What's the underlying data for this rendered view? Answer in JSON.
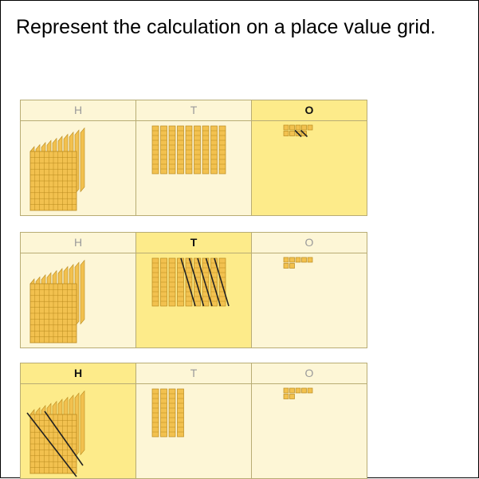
{
  "question": "Represent the calculation on a place value grid.",
  "grids": [
    {
      "headers": [
        "H",
        "T",
        "O"
      ],
      "highlight": "O",
      "hundreds": 10,
      "hundreds_crossed": 0,
      "tens": 9,
      "tens_crossed": 0,
      "ones": 9,
      "ones_crossed": 2
    },
    {
      "headers": [
        "H",
        "T",
        "O"
      ],
      "highlight": "T",
      "hundreds": 10,
      "hundreds_crossed": 0,
      "tens": 9,
      "tens_crossed": 5,
      "ones": 7,
      "ones_crossed": 0
    },
    {
      "headers": [
        "H",
        "T",
        "O"
      ],
      "highlight": "H",
      "hundreds": 10,
      "hundreds_crossed": 1,
      "tens": 4,
      "tens_crossed": 0,
      "ones": 7,
      "ones_crossed": 0
    }
  ],
  "colors": {
    "block_fill": "#f2c14f",
    "block_line": "#b98a1e",
    "cross": "#222222",
    "highlight": "#fdeb8a",
    "cell": "#fdf6d6"
  }
}
